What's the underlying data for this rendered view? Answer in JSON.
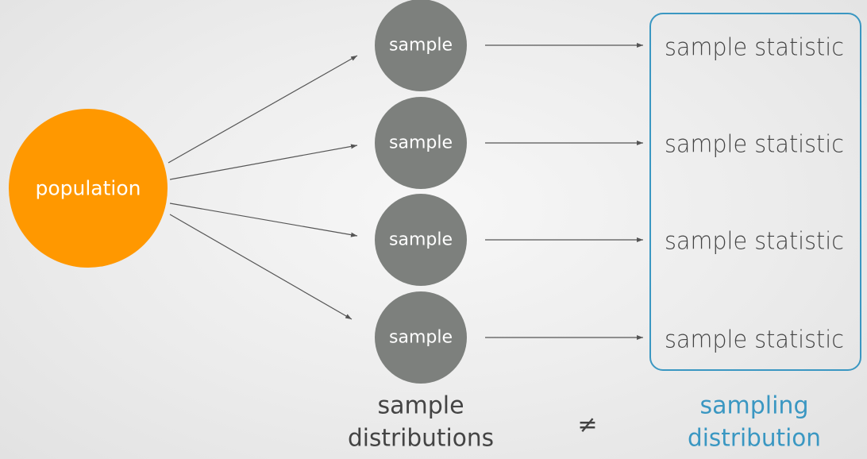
{
  "population": {
    "label": "population",
    "color": "#ff9800"
  },
  "samples": [
    {
      "label": "sample"
    },
    {
      "label": "sample"
    },
    {
      "label": "sample"
    },
    {
      "label": "sample"
    }
  ],
  "sample_color": "#7d807d",
  "statistics": [
    {
      "label": "sample statistic"
    },
    {
      "label": "sample statistic"
    },
    {
      "label": "sample statistic"
    },
    {
      "label": "sample statistic"
    }
  ],
  "bottom": {
    "left_line1": "sample",
    "left_line2": "distributions",
    "not_equal": "≠",
    "right_line1": "sampling",
    "right_line2": "distribution"
  },
  "colors": {
    "accent": "#3a97c2",
    "text": "#444444",
    "arrow": "#555555"
  }
}
